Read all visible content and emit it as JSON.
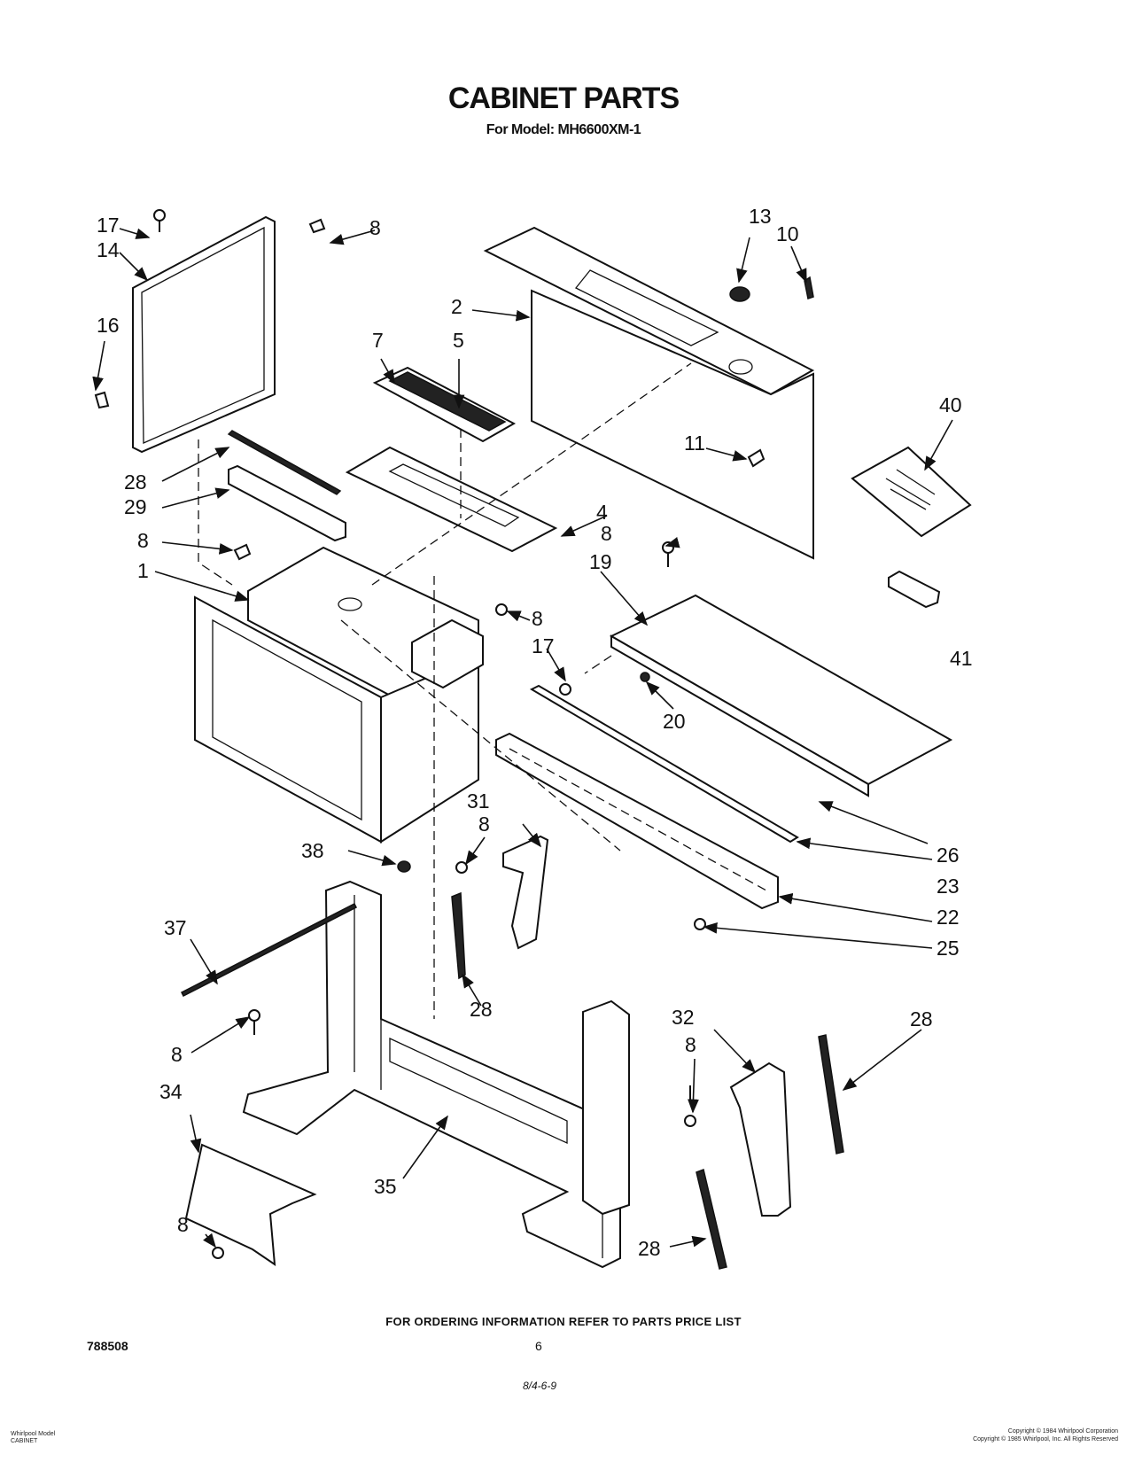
{
  "title": "CABINET PARTS",
  "subtitle": "For Model: MH6600XM-1",
  "ordering_note": "FOR ORDERING INFORMATION REFER TO PARTS PRICE LIST",
  "document_number": "788508",
  "page_number": "6",
  "date_code": "8/4-6-9",
  "footer_left": [
    "Whirlpool Model",
    "CABINET"
  ],
  "footer_right": [
    "Copyright © 1984 Whirlpool Corporation",
    "Copyright © 1985 Whirlpool, Inc. All Rights Reserved"
  ],
  "callouts": {
    "c1": "1",
    "c2": "2",
    "c4": "4",
    "c5": "5",
    "c7": "7",
    "c8a": "8",
    "c8b": "8",
    "c8c": "8",
    "c8d": "8",
    "c8e": "8",
    "c8f": "8",
    "c8g": "8",
    "c8h": "8",
    "c10": "10",
    "c11": "11",
    "c13": "13",
    "c14": "14",
    "c16": "16",
    "c17a": "17",
    "c17b": "17",
    "c19": "19",
    "c20": "20",
    "c22": "22",
    "c23": "23",
    "c25": "25",
    "c26": "26",
    "c28a": "28",
    "c28b": "28",
    "c28c": "28",
    "c28d": "28",
    "c29": "29",
    "c31": "31",
    "c32": "32",
    "c34": "34",
    "c35": "35",
    "c37": "37",
    "c38": "38",
    "c40": "40",
    "c41": "41"
  }
}
